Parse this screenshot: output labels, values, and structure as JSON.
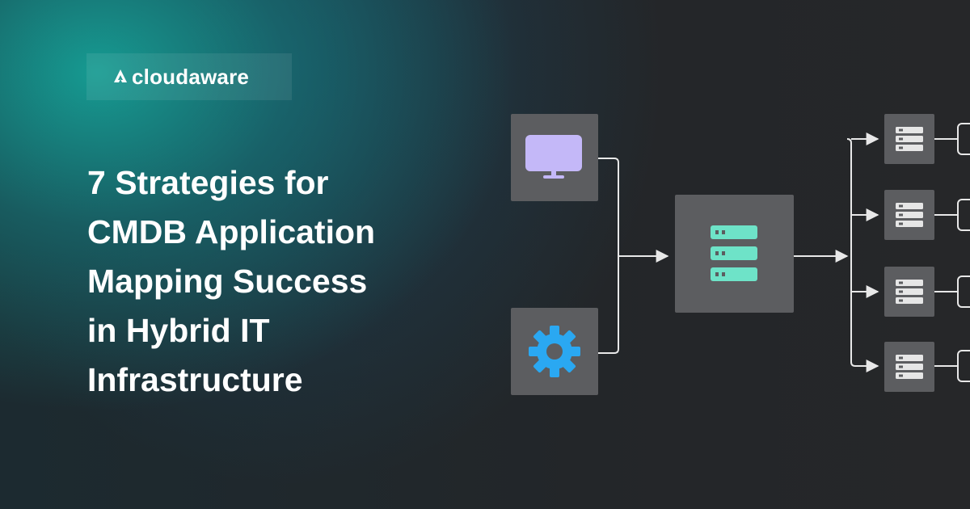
{
  "brand": {
    "name": "cloudaware",
    "logo_icon": "cloudaware-logo-icon"
  },
  "headline": {
    "lines": [
      "7 Strategies for",
      "CMDB Application",
      "Mapping Success",
      "in Hybrid IT",
      "Infrastructure"
    ]
  },
  "diagram": {
    "sources": [
      "monitor-icon",
      "gear-icon"
    ],
    "hub": "server-icon",
    "targets": [
      "server-icon",
      "server-icon",
      "server-icon",
      "server-icon"
    ]
  },
  "colors": {
    "monitor": "#c4b8f8",
    "gear": "#2aa8f2",
    "server_hub": "#6ee3c8",
    "server_small": "#e6e6e6",
    "tile": "#5c5d60",
    "line": "#e8e8e8"
  }
}
